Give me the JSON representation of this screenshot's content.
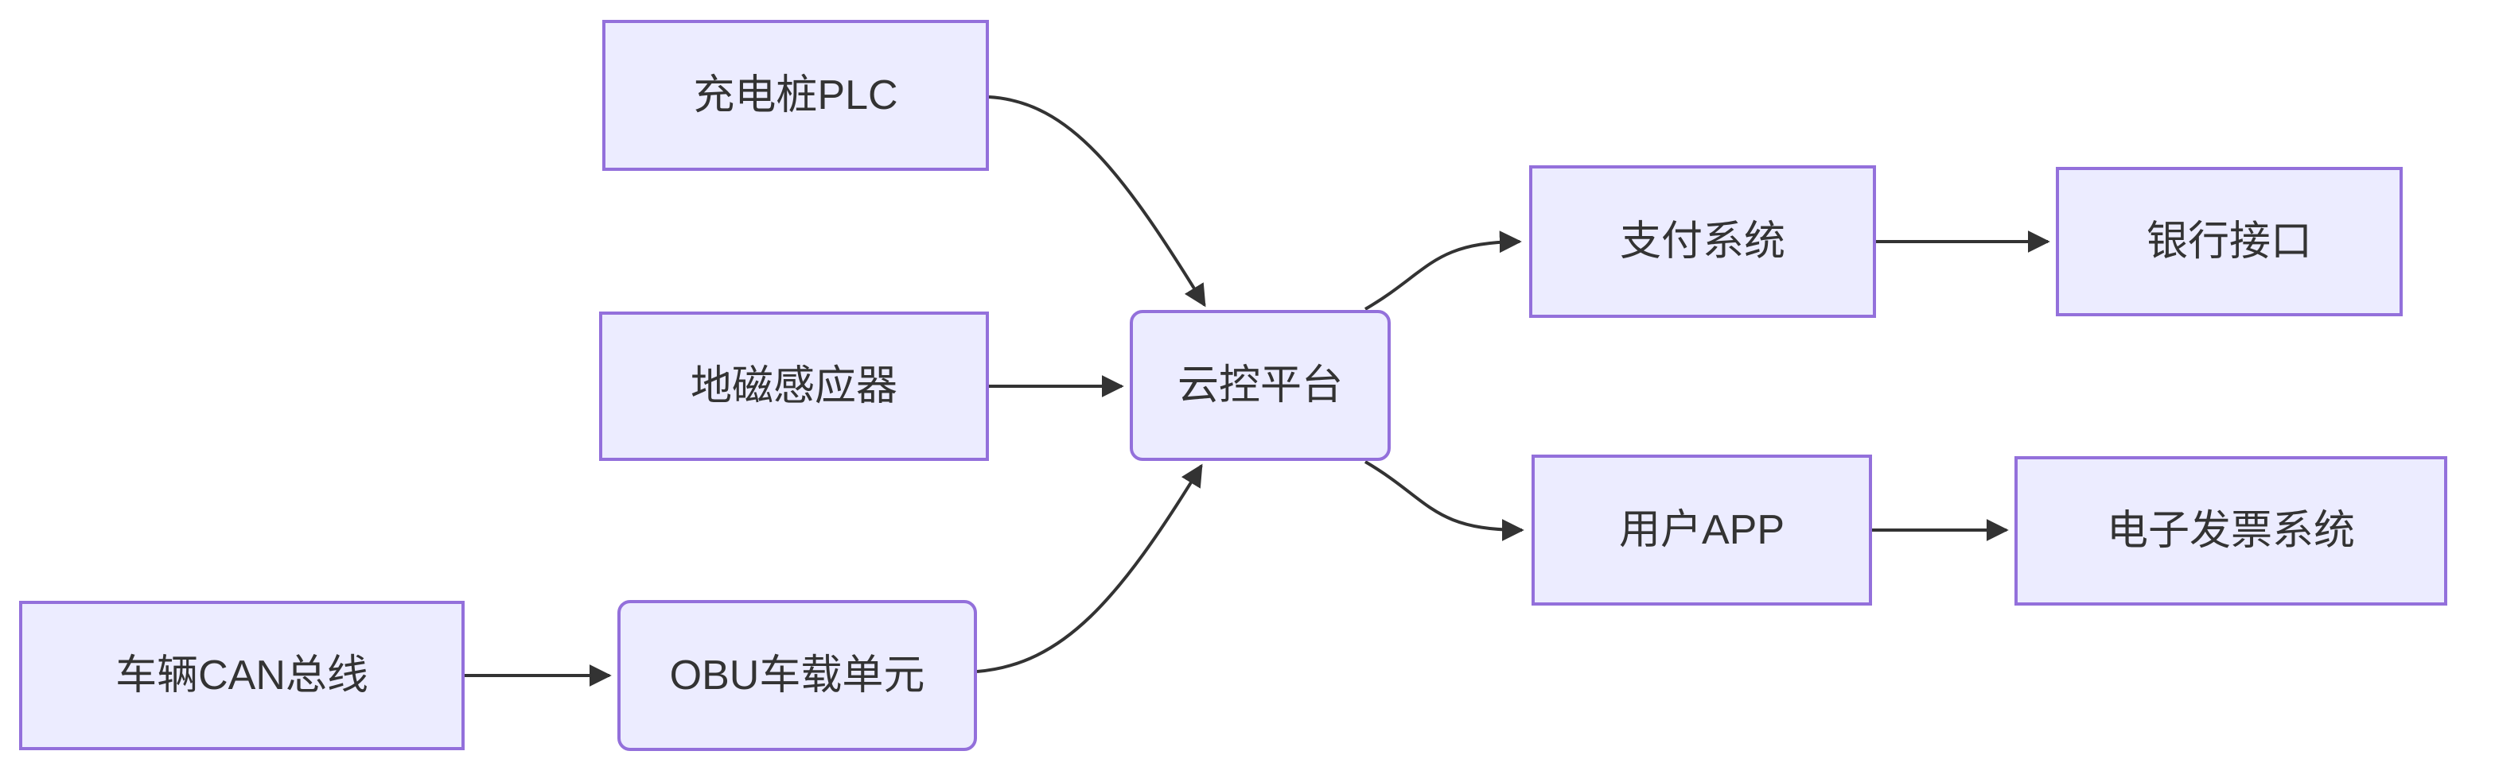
{
  "diagram": {
    "type": "flowchart",
    "direction": "left-to-right",
    "nodes": [
      {
        "id": "plc",
        "label": "充电桩PLC",
        "shape": "rect"
      },
      {
        "id": "geomag",
        "label": "地磁感应器",
        "shape": "rect"
      },
      {
        "id": "can",
        "label": "车辆CAN总线",
        "shape": "rect"
      },
      {
        "id": "obu",
        "label": "OBU车载单元",
        "shape": "rounded"
      },
      {
        "id": "cloud",
        "label": "云控平台",
        "shape": "rounded"
      },
      {
        "id": "pay",
        "label": "支付系统",
        "shape": "rect"
      },
      {
        "id": "bank",
        "label": "银行接口",
        "shape": "rect"
      },
      {
        "id": "app",
        "label": "用户APP",
        "shape": "rect"
      },
      {
        "id": "invoice",
        "label": "电子发票系统",
        "shape": "rect"
      }
    ],
    "edges": [
      {
        "from": "充电桩PLC",
        "to": "云控平台"
      },
      {
        "from": "地磁感应器",
        "to": "云控平台"
      },
      {
        "from": "车辆CAN总线",
        "to": "OBU车载单元"
      },
      {
        "from": "OBU车载单元",
        "to": "云控平台"
      },
      {
        "from": "云控平台",
        "to": "支付系统"
      },
      {
        "from": "支付系统",
        "to": "银行接口"
      },
      {
        "from": "云控平台",
        "to": "用户APP"
      },
      {
        "from": "用户APP",
        "to": "电子发票系统"
      }
    ],
    "colors": {
      "node_fill": "#ECECFF",
      "node_border": "#9370DB",
      "edge": "#333333",
      "text": "#333333",
      "background": "#FFFFFF"
    }
  }
}
